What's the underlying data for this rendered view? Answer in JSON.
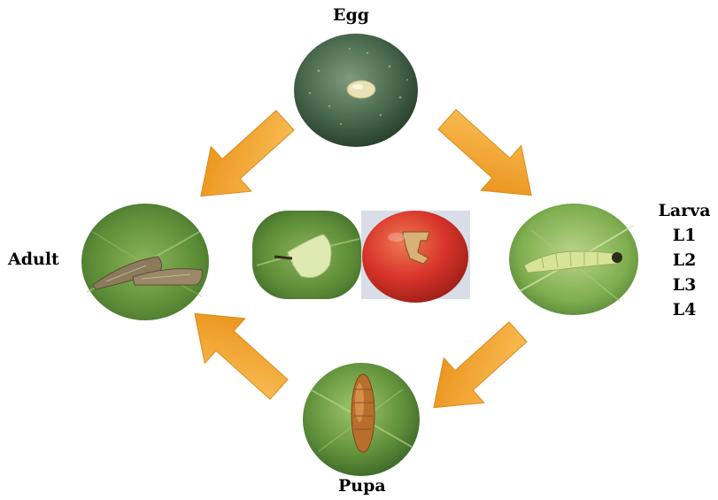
{
  "stages": {
    "egg": "Egg",
    "larva": "Larva",
    "larva_instars": [
      "L1",
      "L2",
      "L3",
      "L4"
    ],
    "pupa": "Pupa",
    "adult": "Adult"
  },
  "colors": {
    "arrow": "#f5a623",
    "arrow_shade": "#e08a10",
    "leaf_dark": "#3c6b2a",
    "leaf_light": "#8dbb54",
    "tomato": "#d8342a"
  }
}
